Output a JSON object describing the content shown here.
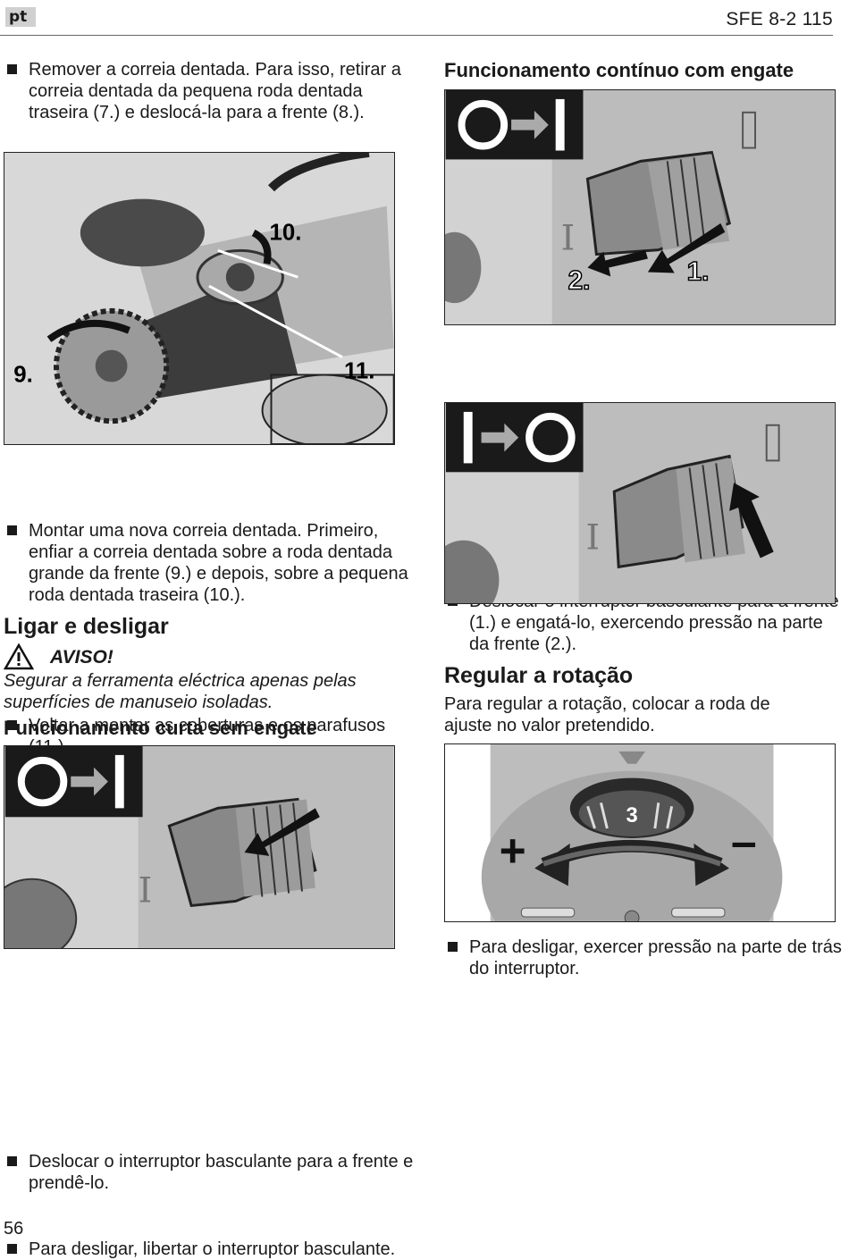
{
  "header": {
    "lang": "pt",
    "model_page": "SFE 8-2 115"
  },
  "left": {
    "step_remove": "Remover a correia dentada. Para isso, retirar a correia dentada da pequena roda dentada traseira (7.) e deslocá-la para a frente (8.).",
    "fig_belt": {
      "labels": [
        "10.",
        "9.",
        "11."
      ]
    },
    "step_mount": "Montar uma nova correia dentada. Primeiro, enfiar a correia dentada sobre a roda dentada grande da frente (9.) e depois, sobre a pequena roda dentada traseira (10.).",
    "step_covers": "Voltar a montar as coberturas e os parafusos (11.).",
    "heading_onoff": "Ligar e desligar",
    "warning_label": "AVISO!",
    "warning_text": "Segurar a ferramenta eléctrica apenas pelas superfícies de manuseio isoladas.",
    "heading_short": "Funcionamento curta sem engate",
    "step_push": "Deslocar o interruptor basculante para a frente e prendê-lo.",
    "step_release": "Para desligar, libertar o interruptor basculante."
  },
  "right": {
    "heading_cont": "Funcionamento contínuo com engate",
    "fig_cont": {
      "labels": [
        "2.",
        "1."
      ]
    },
    "step_cont": "Deslocar o interruptor basculante para a frente (1.) e engatá-lo, exercendo pressão na parte da frente (2.).",
    "step_off": "Para desligar, exercer pressão na parte de trás do interruptor.",
    "heading_speed": "Regular a rotação",
    "speed_text": "Para regular a rotação, colocar a roda de ajuste no valor pretendido.",
    "fig_dial": {
      "value": "3",
      "plus": "+",
      "minus": "–"
    }
  },
  "footer": {
    "page_number": "56"
  }
}
